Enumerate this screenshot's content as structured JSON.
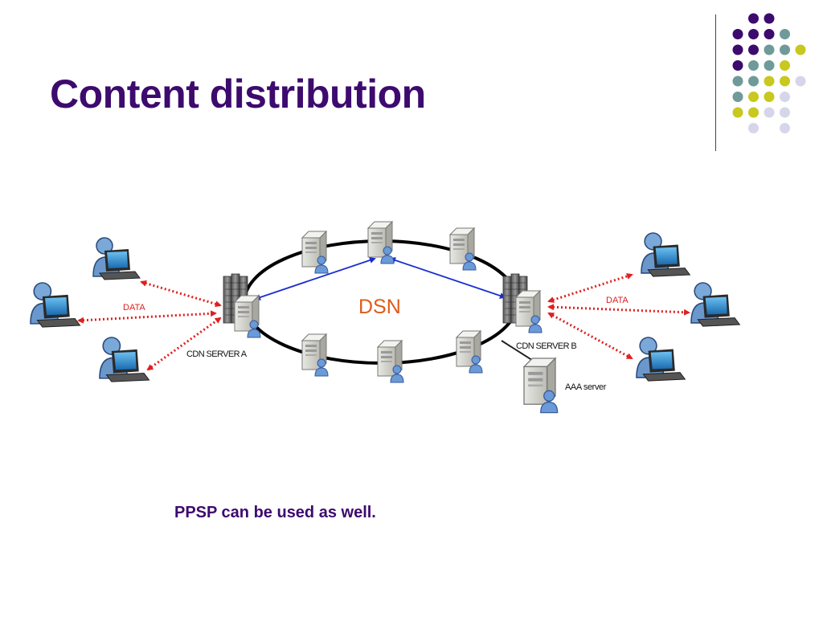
{
  "slide": {
    "title": "Content distribution",
    "caption": "PPSP can be used as well."
  },
  "diagram": {
    "ring_label": "DSN",
    "server_a_label": "CDN SERVER A",
    "server_b_label": "CDN SERVER B",
    "aaa_label": "AAA server",
    "data_label_left": "DATA",
    "data_label_right": "DATA"
  },
  "colors": {
    "title": "#3d0a6e",
    "dot_purple": "#3d0a6e",
    "dot_teal": "#6f9a9a",
    "dot_yellow": "#c8c81e",
    "dot_lavender": "#d6d6ea",
    "data_arrow": "#e02020",
    "link_arrow": "#1a2ed0",
    "dsn_text": "#e05a1a"
  }
}
